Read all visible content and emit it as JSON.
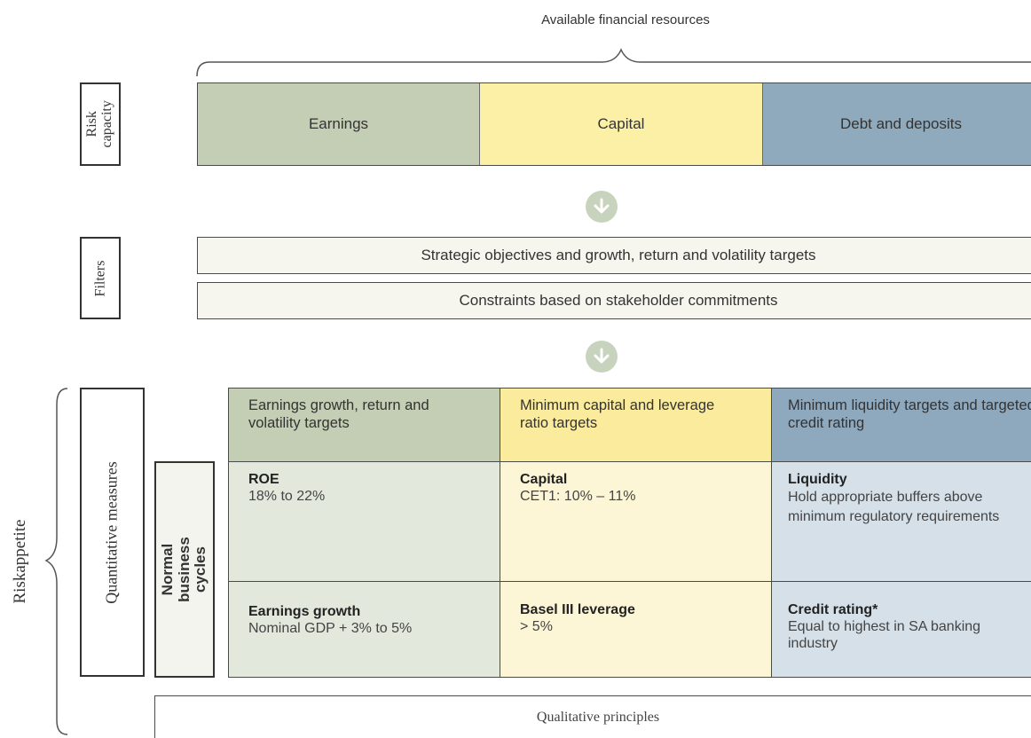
{
  "header": {
    "title": "Available financial resources"
  },
  "risk_capacity": {
    "label": "Risk capacity",
    "cells": [
      {
        "label": "Earnings",
        "color": "#c3ceb4"
      },
      {
        "label": "Capital",
        "color": "#fbf0a6"
      },
      {
        "label": "Debt and deposits",
        "color": "#8fa9bd"
      }
    ]
  },
  "filters": {
    "label": "Filters",
    "bars": [
      "Strategic objectives and growth, return and volatility targets",
      "Constraints based on stakeholder commitments"
    ]
  },
  "risk_appetite": {
    "label": "Riskappetite",
    "quantitative_label": "Quantitative measures",
    "normal_cycles_label": "Normal business cycles",
    "columns": [
      {
        "header": "Earnings growth, return and volatility targets",
        "header_color": "#c3ceb4",
        "body_color": "#e3e8dc",
        "rows": [
          {
            "title": "ROE",
            "text": "18% to 22%"
          },
          {
            "title": "Earnings growth",
            "text": "Nominal GDP + 3% to 5%"
          }
        ]
      },
      {
        "header": "Minimum capital and leverage ratio targets",
        "header_color": "#fbeb9c",
        "body_color": "#fdf6d6",
        "rows": [
          {
            "title": "Capital",
            "text": "CET1: 10% – 11%"
          },
          {
            "title": "Basel III leverage",
            "text": "> 5%"
          }
        ]
      },
      {
        "header": "Minimum liquidity targets and targeted credit rating",
        "header_color": "#8ea8bd",
        "body_color": "#d5e0e9",
        "rows": [
          {
            "title": "Liquidity",
            "text": "Hold appropriate buffers above minimum regulatory requirements"
          },
          {
            "title": "Credit rating*",
            "text": "Equal to highest in SA banking industry"
          }
        ]
      }
    ],
    "qualitative": "Qualitative principles"
  }
}
